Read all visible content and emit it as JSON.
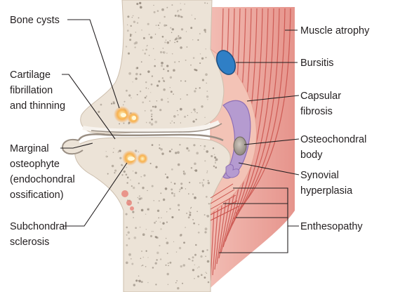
{
  "labels": {
    "bone_cysts": "Bone cysts",
    "cartilage": [
      "Cartilage",
      "fibrillation",
      "and thinning"
    ],
    "marginal_osteophyte": [
      "Marginal",
      "osteophyte",
      "(endochondral",
      "ossification)"
    ],
    "subchondral_sclerosis": [
      "Subchondral",
      "sclerosis"
    ],
    "muscle_atrophy": "Muscle atrophy",
    "bursitis": "Bursitis",
    "capsular_fibrosis": [
      "Capsular",
      "fibrosis"
    ],
    "osteochondral_body": [
      "Osteochondral",
      "body"
    ],
    "synovial_hyperplasia": [
      "Synovial",
      "hyperplasia"
    ],
    "enthesopathy": "Enthesopathy"
  },
  "colors": {
    "bone": "#ece3d7",
    "bone_speckle": "#8f8478",
    "cartilage": "#f4f1ec",
    "joint_line": "#9a8f84",
    "muscle": "#e49a93",
    "muscle_stripe": "#c9504a",
    "capsule": "#f3c3b6",
    "synovium": "#b59bd0",
    "bursa": "#2f7fc6",
    "lesion": "#f6a24a"
  }
}
